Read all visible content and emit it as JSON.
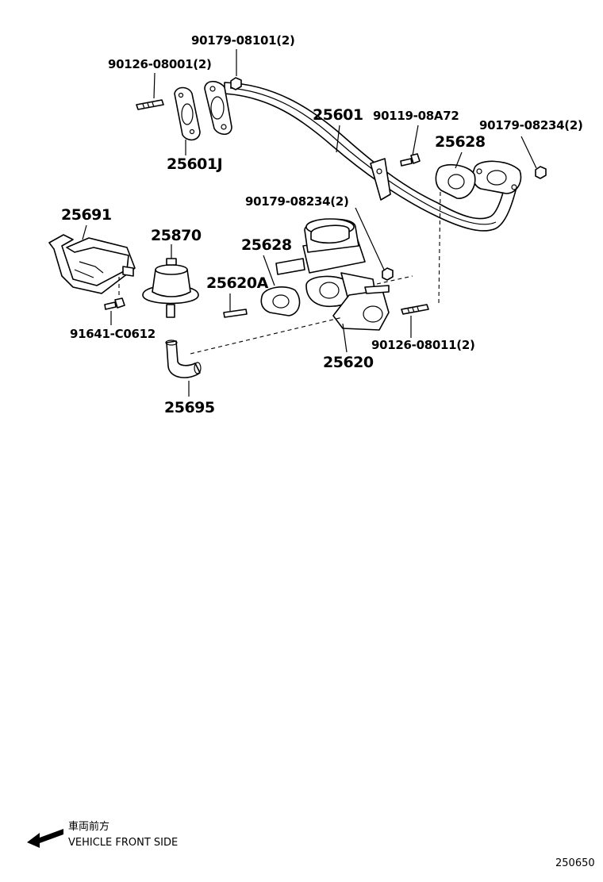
{
  "diagram": {
    "labels": {
      "p90179_08101": "90179-08101(2)",
      "p90126_08001": "90126-08001(2)",
      "p25601": "25601",
      "p25601J": "25601J",
      "p90119_08A72": "90119-08A72",
      "p90179_08234_top": "90179-08234(2)",
      "p25628_right": "25628",
      "p25691": "25691",
      "p25870": "25870",
      "p90179_08234_mid": "90179-08234(2)",
      "p25628_left": "25628",
      "p25620A": "25620A",
      "p91641_C0612": "91641-C0612",
      "p90126_08011": "90126-08011(2)",
      "p25620": "25620",
      "p25695": "25695"
    },
    "direction": {
      "jp": "車両前方",
      "en": "VEHICLE FRONT SIDE"
    },
    "figure_code": "250650"
  }
}
